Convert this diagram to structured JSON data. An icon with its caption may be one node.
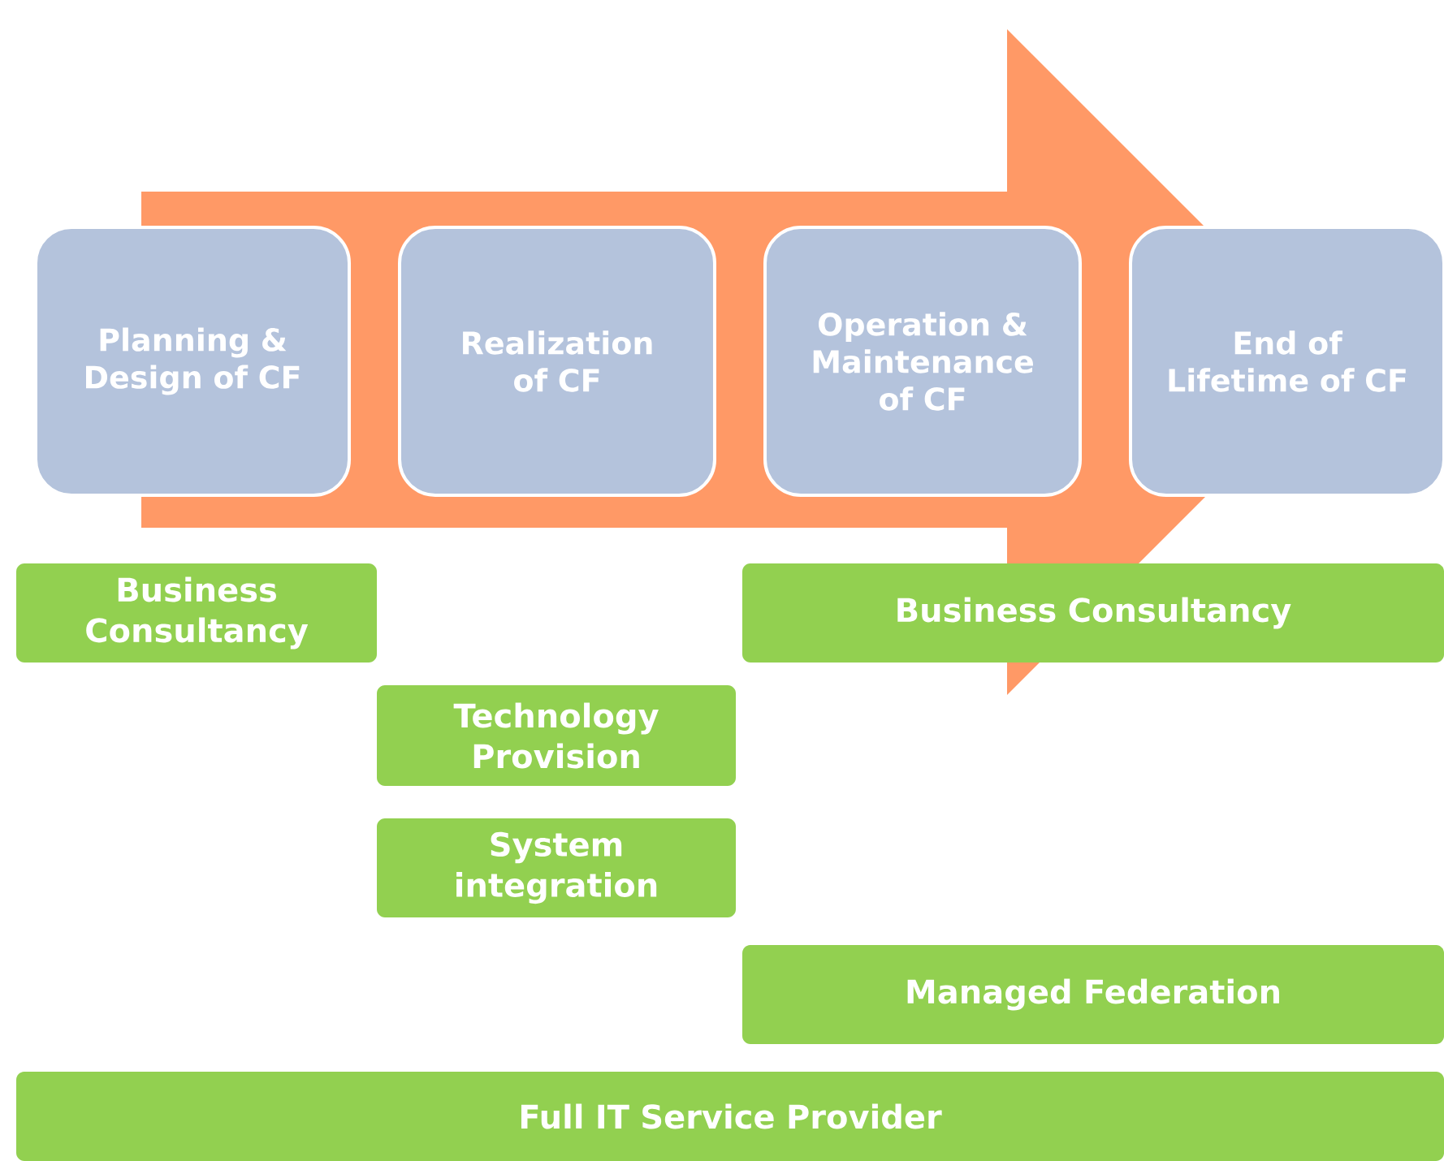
{
  "diagram": {
    "nodes": [
      {
        "text": [
          "Planning & Design of CF"
        ]
      },
      {
        "text": [
          "Realization of CF"
        ]
      },
      {
        "text": [
          "Operation & Maintenance of CF"
        ]
      },
      {
        "text": [
          "End of Lifetime of CF"
        ]
      },
      {
        "text": [
          "Business Consultancy"
        ]
      },
      {
        "text": [
          "Business Consultancy"
        ]
      },
      {
        "text": [
          "Technology Provision"
        ]
      },
      {
        "text": [
          "System integration"
        ]
      },
      {
        "text": [
          "Managed Federation"
        ]
      },
      {
        "text": [
          "Full IT Service Provider"
        ]
      }
    ],
    "edges": [
      {
        "from": 0,
        "to": 3,
        "arrow": "to"
      }
    ]
  }
}
